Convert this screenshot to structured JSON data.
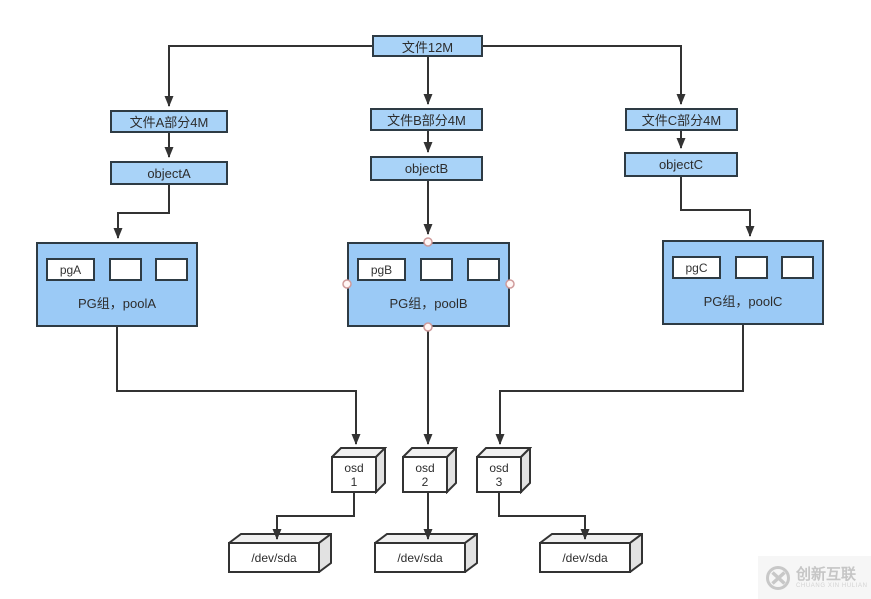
{
  "root": {
    "label": "文件12M"
  },
  "columns": [
    {
      "part": "文件A部分4M",
      "object": "objectA",
      "pg": "pgA",
      "pool": "PG组，poolA"
    },
    {
      "part": "文件B部分4M",
      "object": "objectB",
      "pg": "pgB",
      "pool": "PG组，poolB"
    },
    {
      "part": "文件C部分4M",
      "object": "objectC",
      "pg": "pgC",
      "pool": "PG组，poolC"
    }
  ],
  "osds": [
    {
      "name": "osd",
      "num": "1"
    },
    {
      "name": "osd",
      "num": "2"
    },
    {
      "name": "osd",
      "num": "3"
    }
  ],
  "devices": [
    {
      "label": "/dev/sda"
    },
    {
      "label": "/dev/sda"
    },
    {
      "label": "/dev/sda"
    }
  ],
  "watermark": {
    "brand": "创新互联",
    "sub": "CHUANG XIN HULIAN"
  },
  "colors": {
    "node_fill": "#a9d3f8",
    "pool_fill": "#9bcaf6",
    "border": "#2e3b44",
    "line": "#333333",
    "handle_stroke": "#cf9b9b"
  }
}
